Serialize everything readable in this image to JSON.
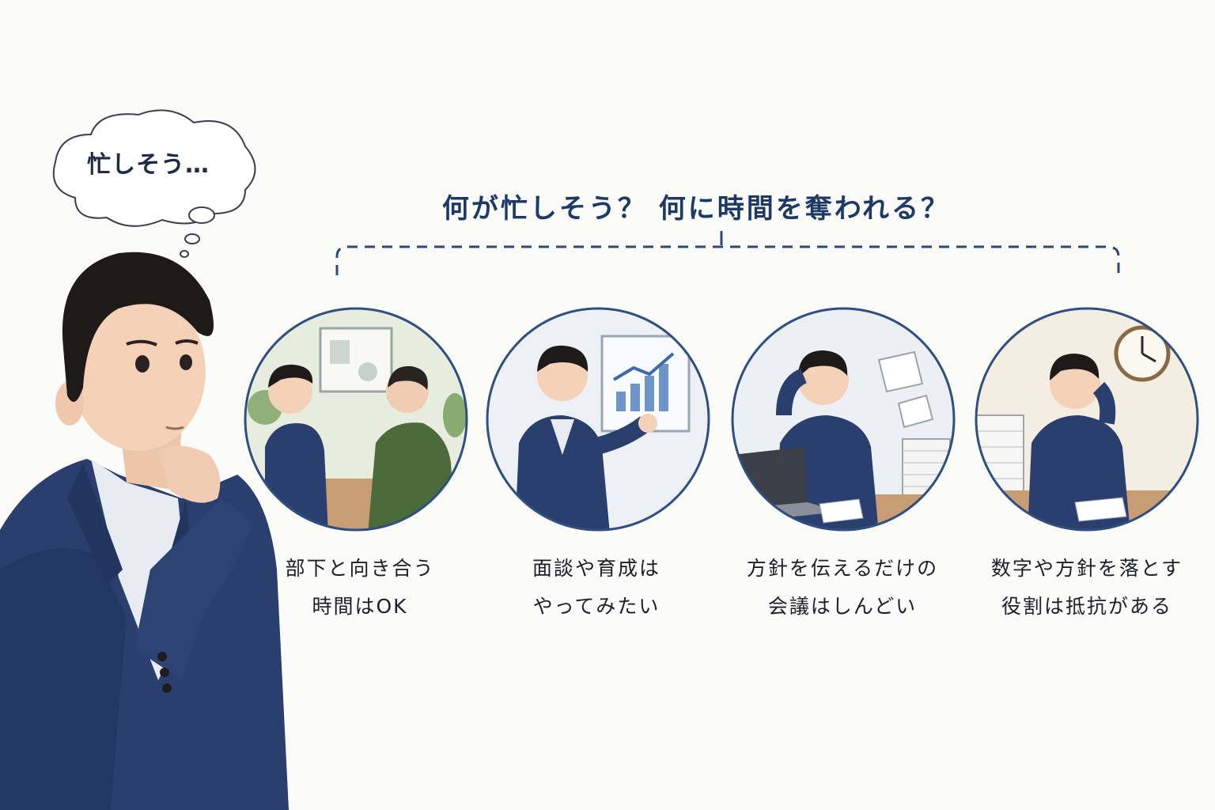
{
  "thought_bubble": {
    "text": "忙しそう…"
  },
  "question": "何が忙しそう？ 何に時間を奪われる？",
  "panels": [
    {
      "line1": "部下と向き合う",
      "line2": "時間はOK"
    },
    {
      "line1": "面談や育成は",
      "line2": "やってみたい"
    },
    {
      "line1": "方針を伝えるだけの",
      "line2": "会議はしんどい"
    },
    {
      "line1": "数字や方針を落とす",
      "line2": "役割は抵抗がある"
    }
  ],
  "colors": {
    "navy": "#23365f",
    "bracket": "#2c4a78",
    "circle_border": "#2f4f80",
    "skin": "#f3d2b8",
    "hair": "#1e1a1a"
  }
}
